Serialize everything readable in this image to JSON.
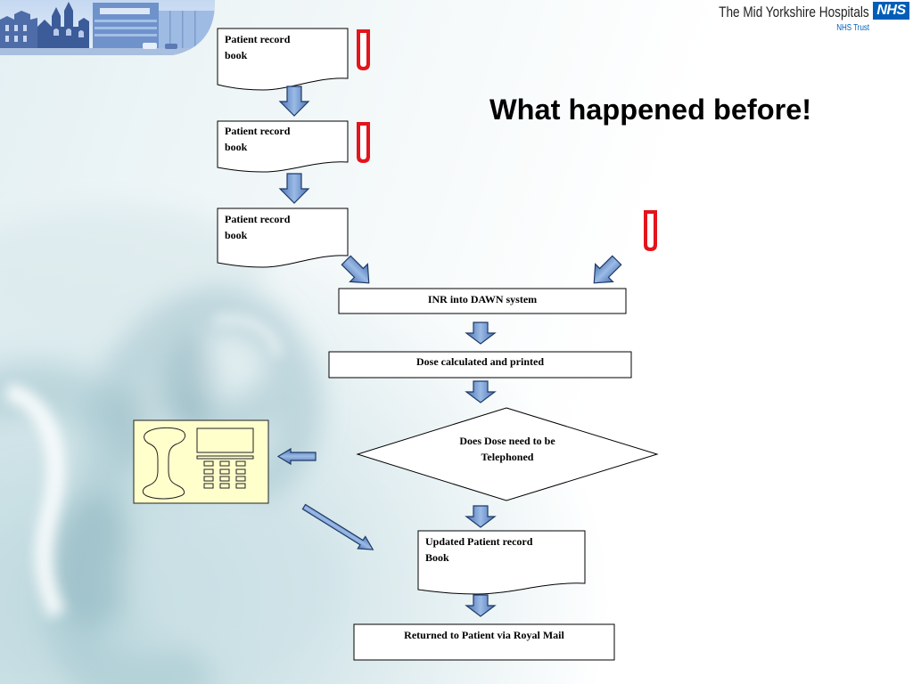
{
  "header": {
    "organisation": "The Mid Yorkshire Hospitals",
    "logo_text": "NHS",
    "trust_label": "NHS Trust"
  },
  "slide": {
    "title": "What happened before!"
  },
  "flowchart": {
    "record_book_1": {
      "line1": "Patient record",
      "line2": "book"
    },
    "record_book_2": {
      "line1": "Patient record",
      "line2": "book"
    },
    "record_book_3": {
      "line1": "Patient record",
      "line2": "book"
    },
    "inr_step": "INR into DAWN system",
    "dose_step": "Dose calculated and printed",
    "decision": {
      "line1": "Does Dose need to be",
      "line2": "Telephoned"
    },
    "updated_book": {
      "line1": "Updated Patient record",
      "line2": "Book"
    },
    "return_step": "Returned to Patient via Royal Mail"
  },
  "icons": {
    "banner": "hospital-buildings-photo",
    "sample_tube": "blood-sample-tube-icon",
    "telephone": "telephone-icon",
    "connector": "block-arrow-icon"
  },
  "colors": {
    "arrow_light": "#9bbbe6",
    "arrow_dark": "#4a72b4",
    "arrow_stroke": "#1f3a66",
    "tube_red": "#e3141c",
    "nhs_blue": "#005eb8",
    "phone_fill": "#ffffcc"
  }
}
